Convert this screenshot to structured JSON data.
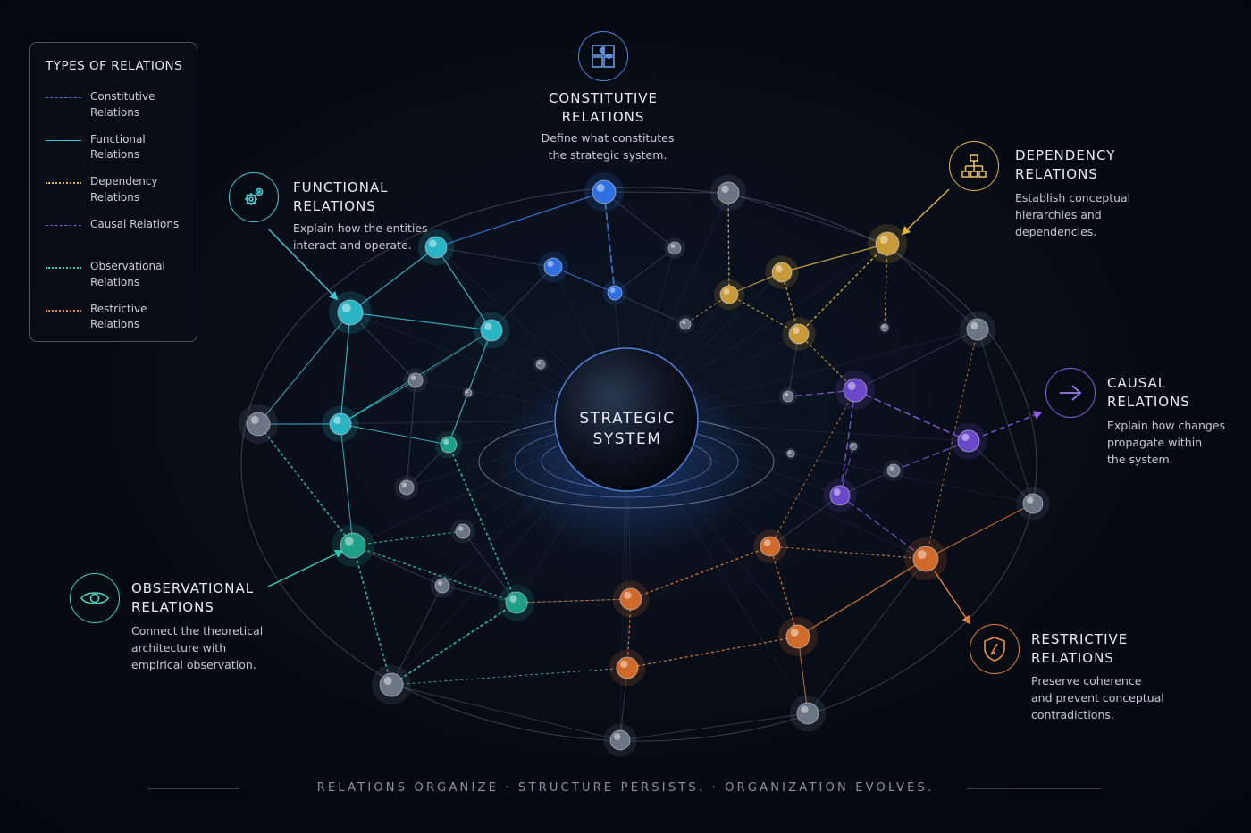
{
  "legend": {
    "title": "TYPES OF RELATIONS",
    "items": [
      {
        "label": "Constitutive Relations",
        "color": "#3f7fe0",
        "style": "dashed"
      },
      {
        "label": "Functional Relations",
        "color": "#39c6d6",
        "style": "solid"
      },
      {
        "label": "Dependency Relations",
        "color": "#e2b343",
        "style": "dotted"
      },
      {
        "label": "Causal Relations",
        "color": "#8a5ee0",
        "style": "dashed"
      },
      {
        "label": "Observational Relations",
        "color": "#2fcfb8",
        "style": "dotted"
      },
      {
        "label": "Restrictive Relations",
        "color": "#e8813a",
        "style": "dotted"
      }
    ]
  },
  "center": {
    "line1": "STRATEGIC",
    "line2": "SYSTEM"
  },
  "callouts": {
    "constitutive": {
      "title1": "CONSTITUTIVE",
      "title2": "RELATIONS",
      "desc1": "Define what constitutes",
      "desc2": "the strategic system.",
      "icon": "puzzle-icon",
      "color": "#4a86e8"
    },
    "functional": {
      "title1": "FUNCTIONAL",
      "title2": "RELATIONS",
      "desc1": "Explain how the entities",
      "desc2": "interact and operate.",
      "icon": "gear-icon",
      "color": "#3cc8d8"
    },
    "dependency": {
      "title1": "DEPENDENCY",
      "title2": "RELATIONS",
      "desc1": "Establish conceptual",
      "desc2": "hierarchies and",
      "desc3": "dependencies.",
      "icon": "hierarchy-icon",
      "color": "#e2b343"
    },
    "causal": {
      "title1": "CAUSAL",
      "title2": "RELATIONS",
      "desc1": "Explain how changes",
      "desc2": "propagate within",
      "desc3": "the system.",
      "icon": "arrow-right-icon",
      "color": "#8a5ee0"
    },
    "observational": {
      "title1": "OBSERVATIONAL",
      "title2": "RELATIONS",
      "desc1": "Connect the theoretical",
      "desc2": "architecture with",
      "desc3": "empirical observation.",
      "icon": "eye-icon",
      "color": "#36d0b6"
    },
    "restrictive": {
      "title1": "RESTRICTIVE",
      "title2": "RELATIONS",
      "desc1": "Preserve coherence",
      "desc2": "and prevent conceptual",
      "desc3": "contradictions.",
      "icon": "shield-icon",
      "color": "#e8813a"
    }
  },
  "footer": "RELATIONS ORGANIZE · STRUCTURE PERSISTS. · ORGANIZATION EVOLVES."
}
